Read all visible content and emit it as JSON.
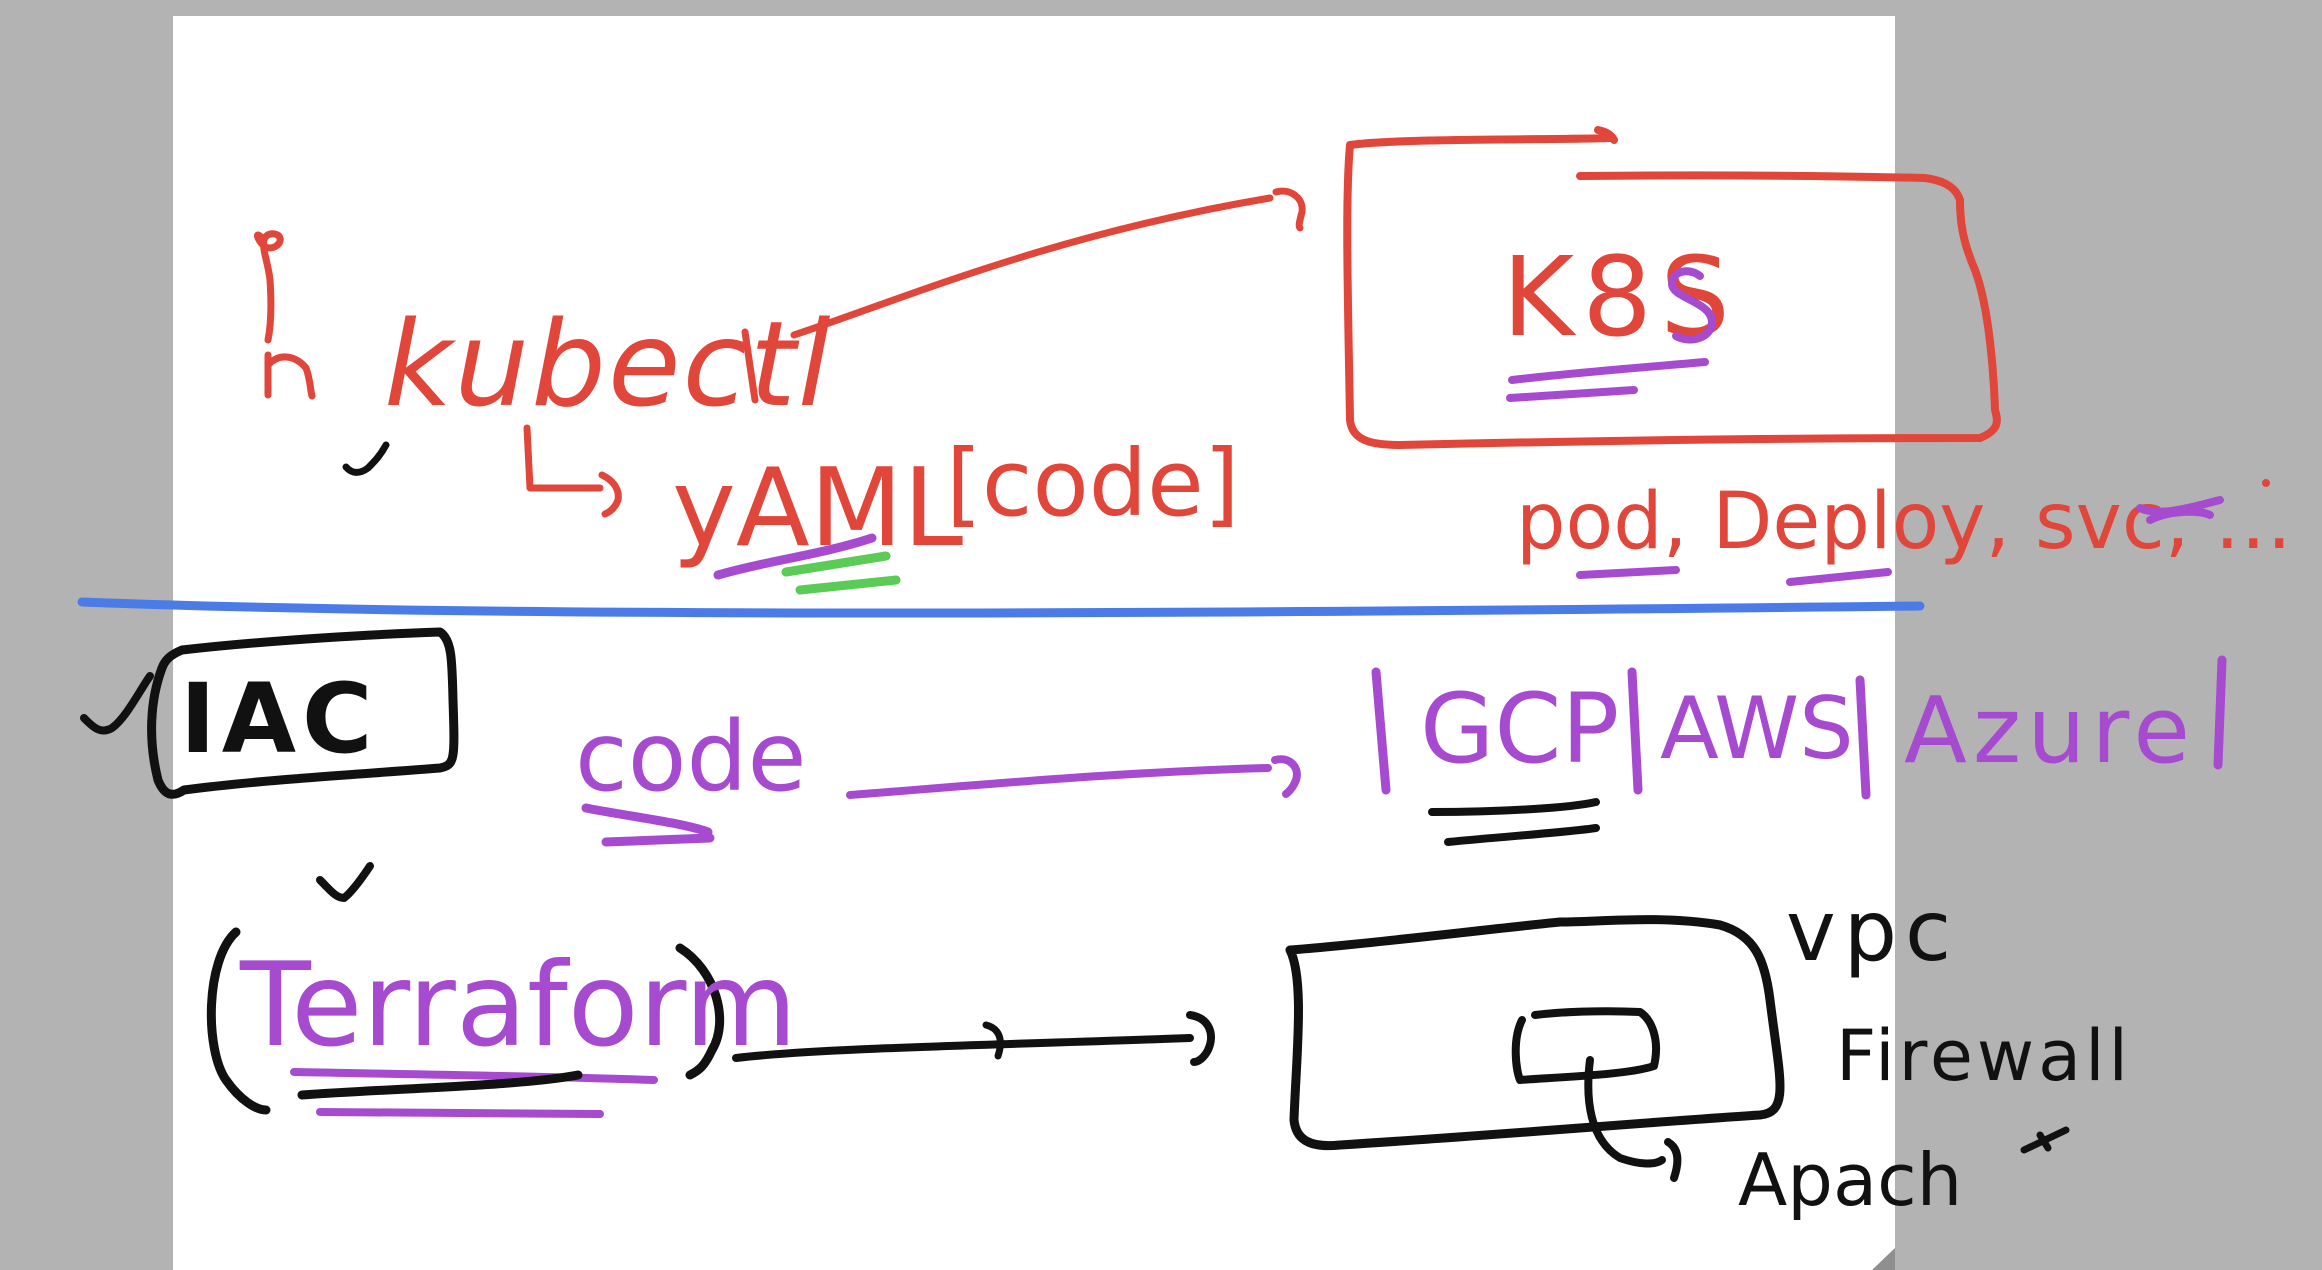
{
  "colors": {
    "background": "#b3b3b3",
    "page": "#ffffff",
    "red": "#e0463a",
    "purple": "#a64ad0",
    "blue": "#4a7be6",
    "green": "#5acb55",
    "black": "#111111"
  },
  "top_section": {
    "actor_label": "person-icon",
    "kubectl_label": "kubectl",
    "yaml_label": "yAML",
    "code_label": "[code]",
    "k8s_label": "K8S",
    "resources_label": "pod, Deploy, svc, …"
  },
  "bottom_section": {
    "iac_label": "IAC",
    "code_label": "code",
    "cloud_label_1": "GCP",
    "cloud_label_2": "AWS",
    "cloud_label_3": "Azure",
    "terraform_label": "Terraform",
    "vpc_label": "vpc",
    "firewall_label": "Firewall",
    "apache_label": "Apach"
  }
}
